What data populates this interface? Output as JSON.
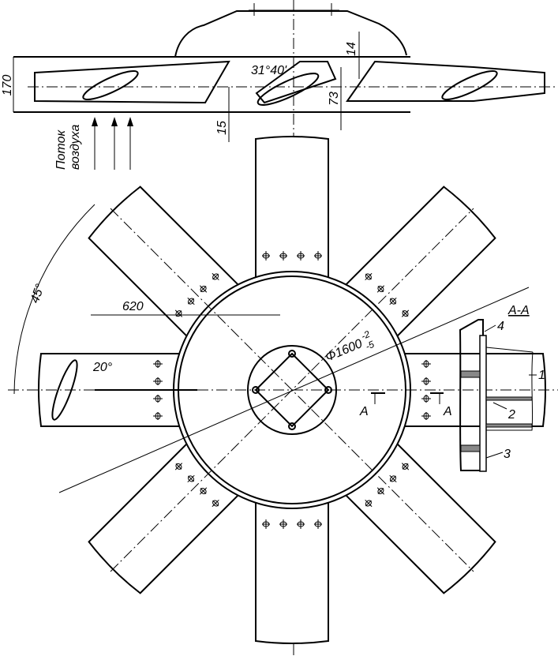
{
  "side_view": {
    "dim_height": "170",
    "dim_angle": "31°40'",
    "dim_top": "14",
    "dim_chord": "73",
    "dim_bottom": "15",
    "airflow_label_1": "Поток",
    "airflow_label_2": "воздуха"
  },
  "plan_view": {
    "dim_angle_between_blades": "45°",
    "dim_radius": "620",
    "dim_blade_angle": "20°",
    "dim_diameter": "Φ1600",
    "dim_tol_upper": "-2",
    "dim_tol_lower": "-5",
    "section_mark_left": "A",
    "section_mark_right": "A"
  },
  "section": {
    "title": "A-A",
    "callouts": [
      "1",
      "2",
      "3",
      "4"
    ]
  }
}
